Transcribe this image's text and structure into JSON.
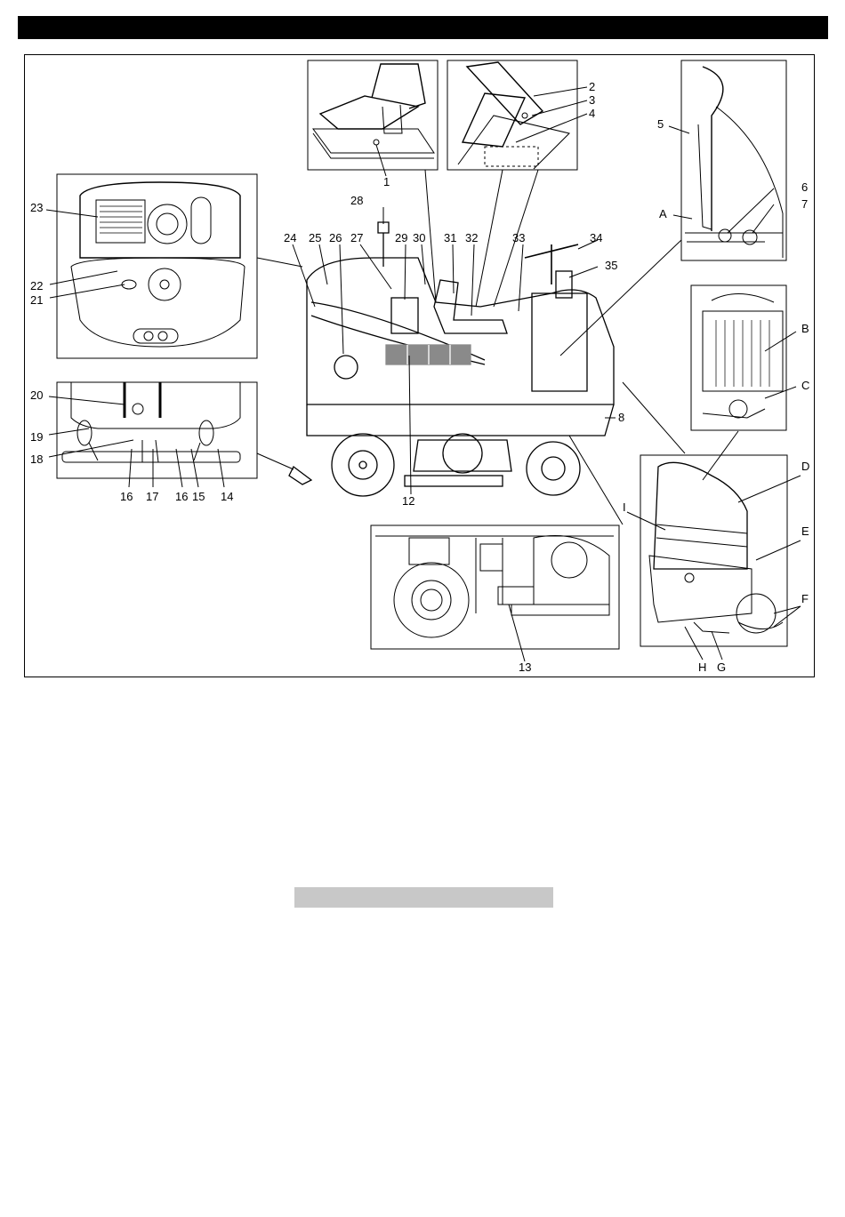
{
  "callouts": {
    "c1": "1",
    "c2": "2",
    "c3": "3",
    "c4": "4",
    "c5": "5",
    "c6": "6",
    "c7": "7",
    "c8": "8",
    "c12": "12",
    "c13": "13",
    "c14": "14",
    "c15": "15",
    "c16a": "16",
    "c16b": "16",
    "c17": "17",
    "c18": "18",
    "c19": "19",
    "c20": "20",
    "c21": "21",
    "c22": "22",
    "c23": "23",
    "c24": "24",
    "c25": "25",
    "c26": "26",
    "c27": "27",
    "c28": "28",
    "c29": "29",
    "c30": "30",
    "c31": "31",
    "c32": "32",
    "c33": "33",
    "c34": "34",
    "c35": "35",
    "cA": "A",
    "cB": "B",
    "cC": "C",
    "cD": "D",
    "cE": "E",
    "cF": "F",
    "cG": "G",
    "cH": "H",
    "cI": "I"
  },
  "colors": {
    "header_bar": "#000000",
    "caption_bar": "#c8c8c8",
    "line_art": "#000000",
    "label_panels": "#8a8a8a"
  }
}
